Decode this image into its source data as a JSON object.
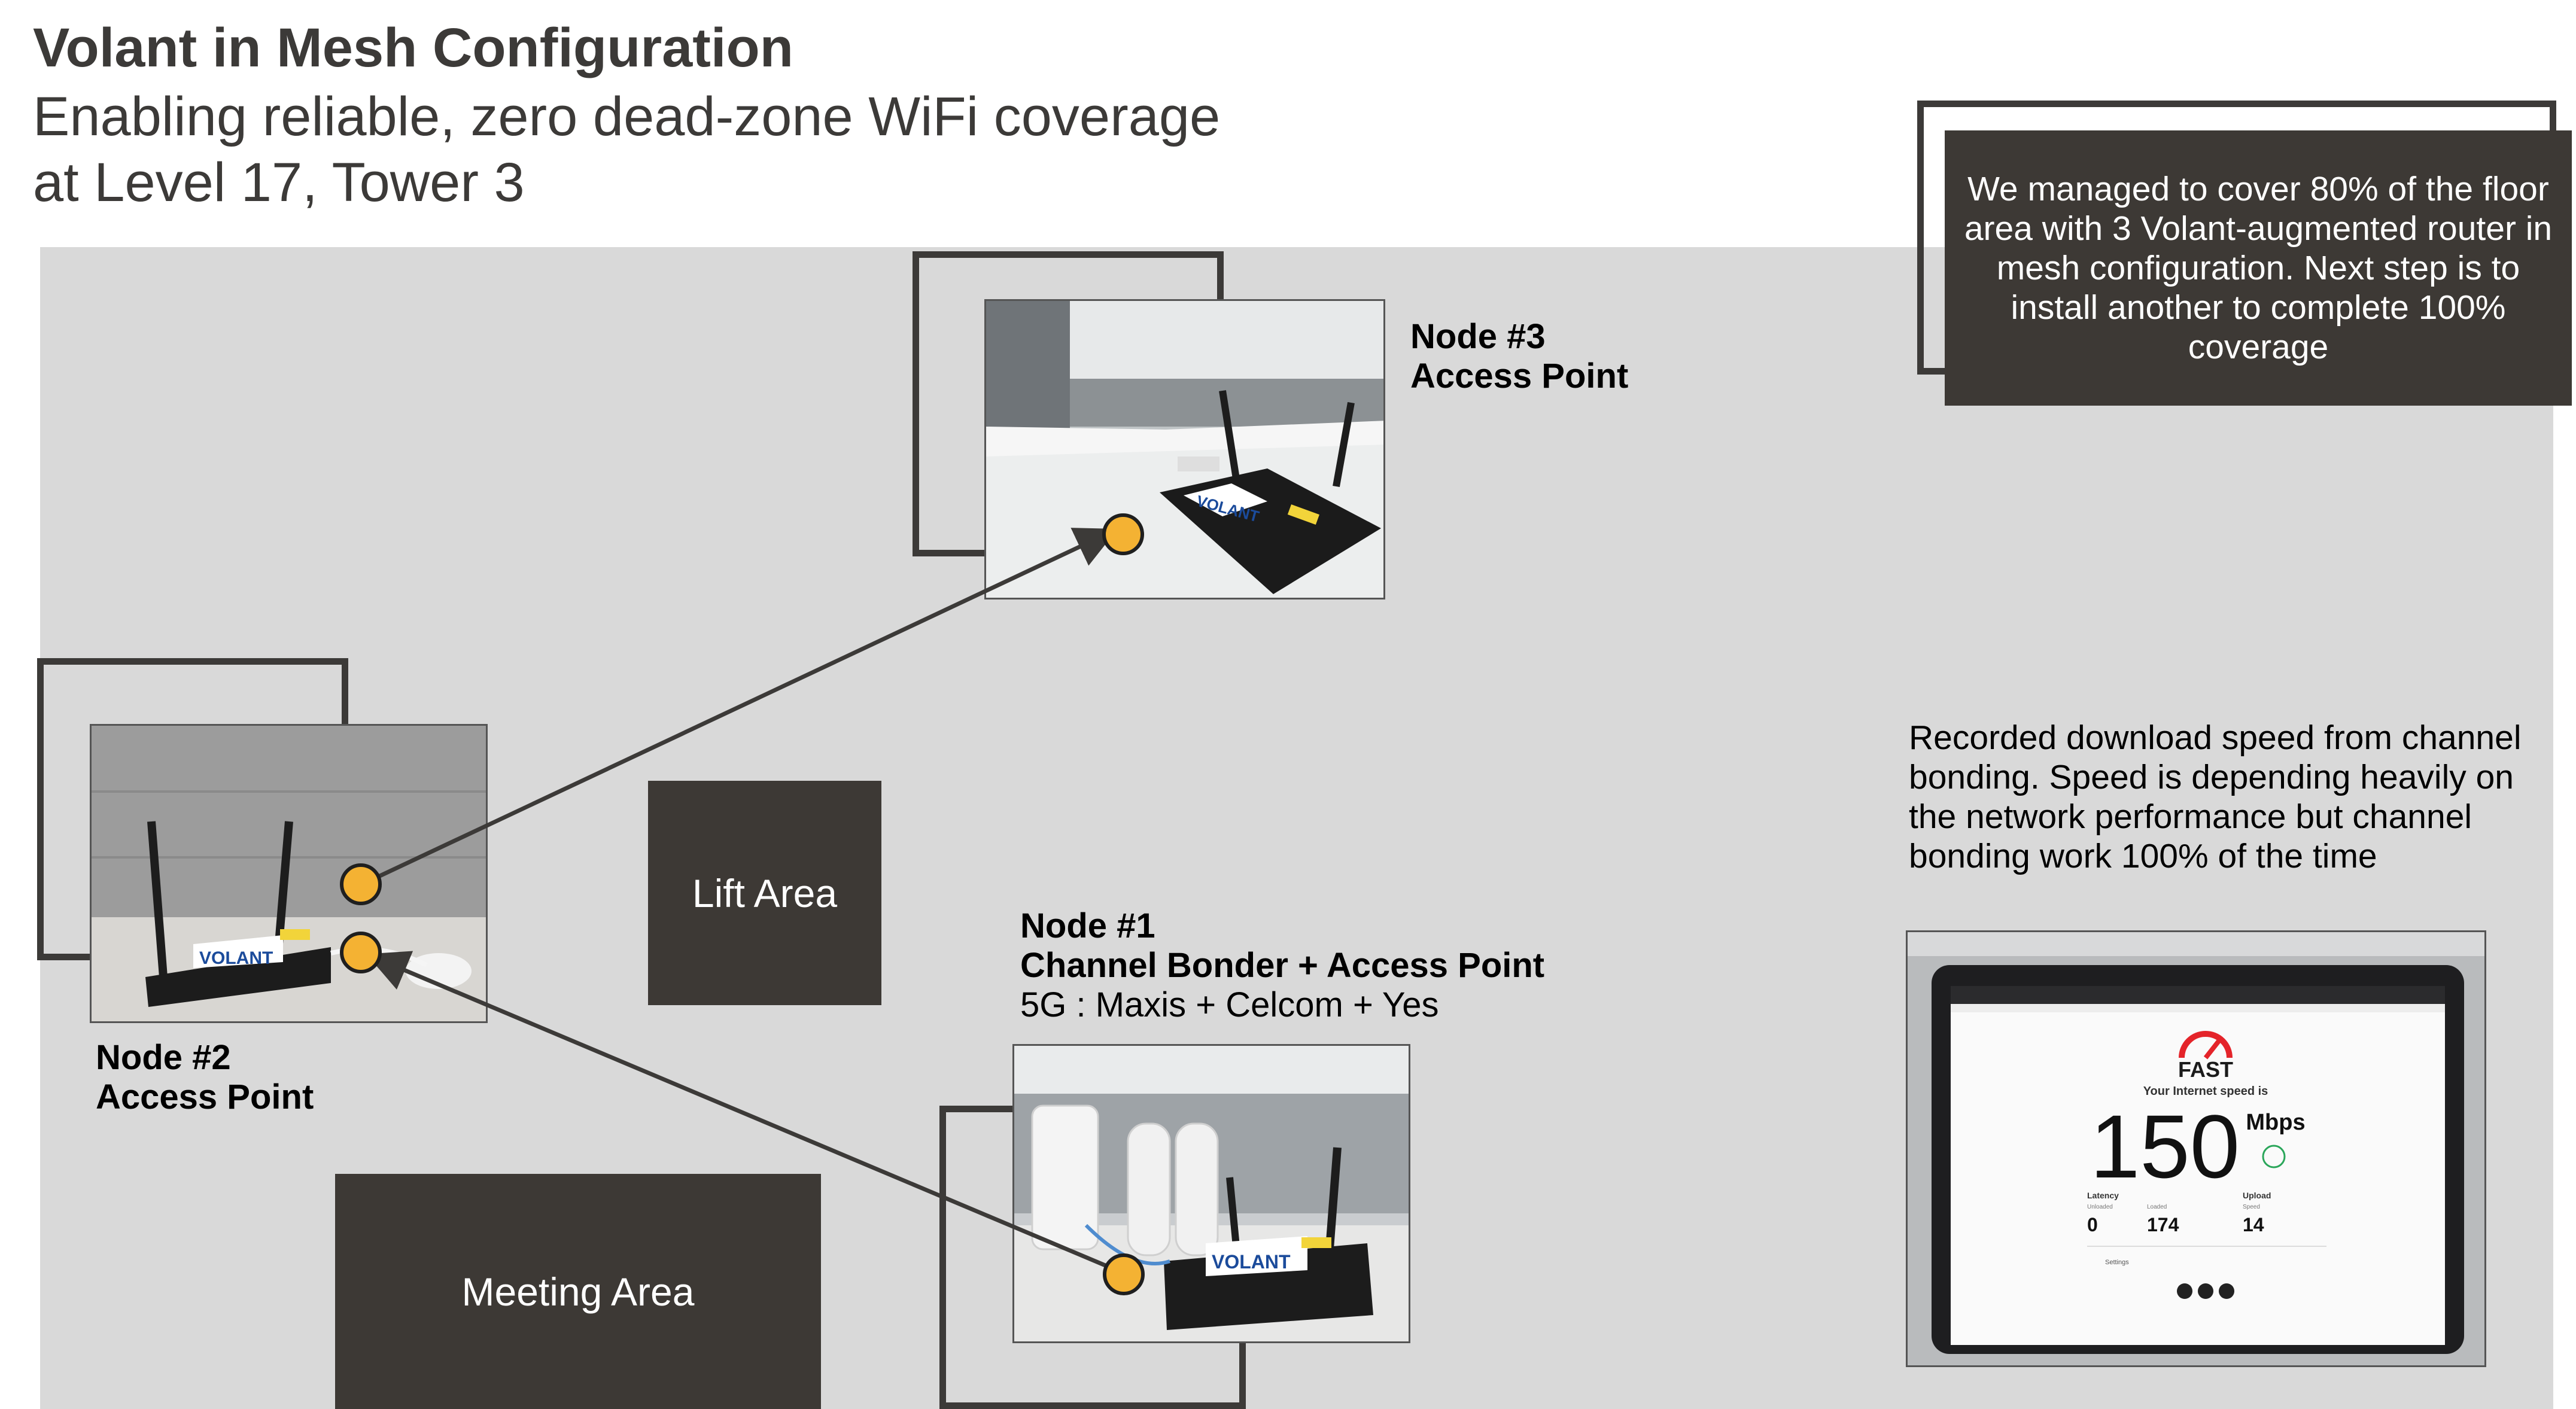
{
  "header": {
    "title": "Volant in Mesh Configuration",
    "subtitle": "Enabling reliable, zero dead-zone WiFi coverage at Level 17, Tower 3"
  },
  "note": {
    "text": "We managed to cover 80% of the floor area with 3 Volant-augmented router in mesh configuration. Next step is to install another to complete 100% coverage"
  },
  "areas": {
    "lift": "Lift Area",
    "meeting": "Meeting Area"
  },
  "nodes": {
    "node3": {
      "title": "Node #3",
      "role": "Access Point"
    },
    "node2": {
      "title": "Node #2",
      "role": "Access Point"
    },
    "node1": {
      "title": "Node #1",
      "role": "Channel Bonder + Access Point",
      "detail": "5G : Maxis + Celcom + Yes"
    }
  },
  "router": {
    "brand": "VOLANT"
  },
  "speed": {
    "caption": "Recorded download speed from channel bonding. Speed is depending heavily on the network performance but channel bonding work 100% of the time",
    "app_name": "FAST",
    "headline": "Your Internet speed is",
    "value": "150",
    "unit": "Mbps",
    "latency_label": "Latency",
    "upload_label": "Upload",
    "unloaded_label": "Unloaded",
    "loaded_label": "Loaded",
    "speed_label": "Speed",
    "latency_unloaded": "0",
    "latency_loaded": "174",
    "upload": "14",
    "settings_label": "Settings"
  },
  "colors": {
    "dark_box": "#3d3935",
    "floor": "#d9d9d9",
    "marker": "#f4b233",
    "fast_red": "#e4242a"
  }
}
